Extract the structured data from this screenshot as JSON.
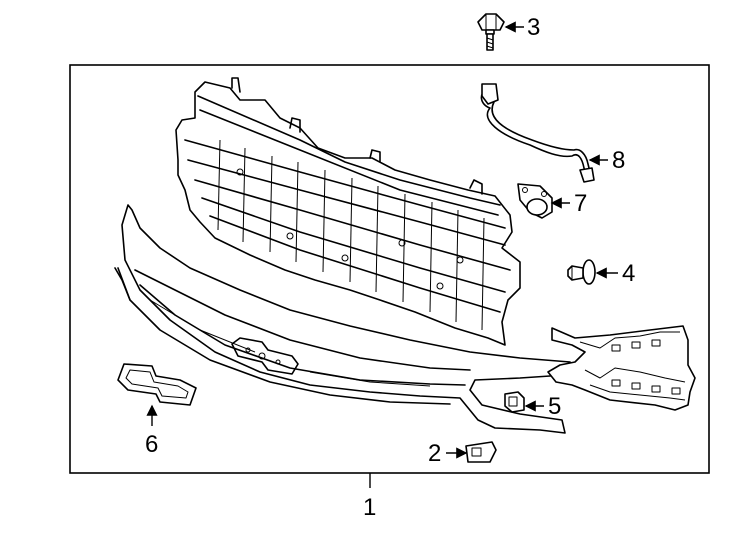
{
  "diagram": {
    "callouts": [
      {
        "number": "1",
        "part": "grille-assembly"
      },
      {
        "number": "2",
        "part": "lower-clip"
      },
      {
        "number": "3",
        "part": "upper-bolt"
      },
      {
        "number": "4",
        "part": "push-retainer"
      },
      {
        "number": "5",
        "part": "side-clip"
      },
      {
        "number": "6",
        "part": "bowtie-emblem"
      },
      {
        "number": "7",
        "part": "sensor-bracket"
      },
      {
        "number": "8",
        "part": "wiring-harness"
      }
    ]
  },
  "colors": {
    "line": "#000000",
    "background": "#ffffff"
  }
}
